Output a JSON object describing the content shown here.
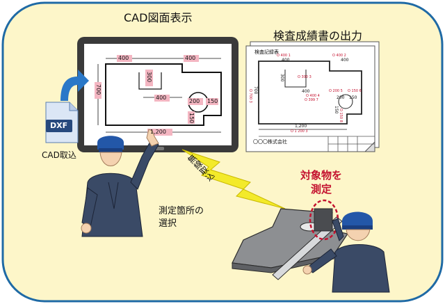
{
  "titles": {
    "cad_display": "CAD図面表示",
    "report_output": "検査成績書の出力"
  },
  "dxf_file": {
    "label": "DXF",
    "caption": "CAD取込"
  },
  "screen_drawing": {
    "dims": [
      "400",
      "400",
      "300",
      "700",
      "400",
      "200",
      "150",
      "150",
      "1,200"
    ]
  },
  "report": {
    "header": "検査記録表",
    "dims": [
      "400",
      "400",
      "300",
      "700",
      "400",
      "200",
      "150",
      "150",
      "1,200"
    ],
    "annotations": [
      "O 400 1",
      "O 400 2",
      "O 300 3",
      "O 700 3",
      "O 400 4",
      "O 200 5",
      "O 150 6",
      "O 399 7",
      "O 150 8",
      "O 1 200 3"
    ],
    "company": "〇〇〇株式会社"
  },
  "labels": {
    "wireless": "無線取込",
    "select_point_line1": "測定箇所の",
    "select_point_line2": "選択",
    "object_line1": "対象物を",
    "object_line2": "測定"
  },
  "colors": {
    "background": "#fdf6c9",
    "border": "#1f6aa5",
    "tablet_frame": "#3a3a3a",
    "accent_red": "#c4122f",
    "dim_highlight": "#f4b6c2",
    "lightning": "#f3ea2a"
  }
}
